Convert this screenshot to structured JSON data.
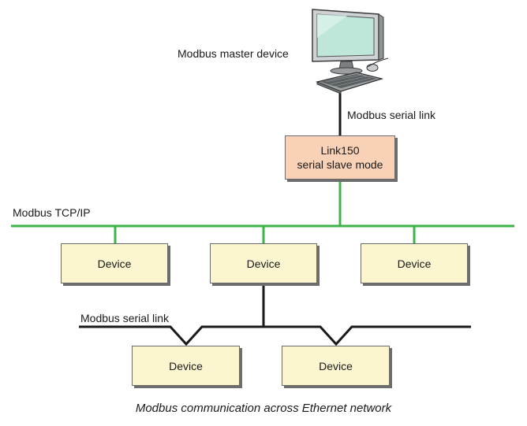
{
  "labels": {
    "master": "Modbus master device",
    "serial_top": "Modbus serial link",
    "tcp": "Modbus TCP/IP",
    "serial_bottom": "Modbus serial link"
  },
  "gateway": {
    "line1": "Link150",
    "line2": "serial slave mode"
  },
  "devices": [
    "Device",
    "Device",
    "Device",
    "Device",
    "Device"
  ],
  "caption": "Modbus communication across Ethernet network",
  "colors": {
    "ethernet": "#3cb44a",
    "serial": "#1a1a1a",
    "device_fill": "#fbf6cf",
    "gateway_fill": "#f9d1b6"
  },
  "icons": {
    "master": "desktop-computer-icon"
  }
}
